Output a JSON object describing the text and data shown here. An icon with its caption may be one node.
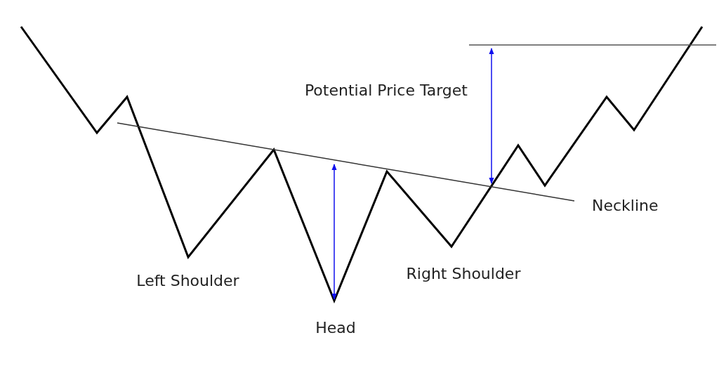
{
  "diagram": {
    "labels": [
      "Potential Price Target",
      "Neckline",
      "Right Shoulder",
      "Left Shoulder",
      "Head"
    ]
  }
}
